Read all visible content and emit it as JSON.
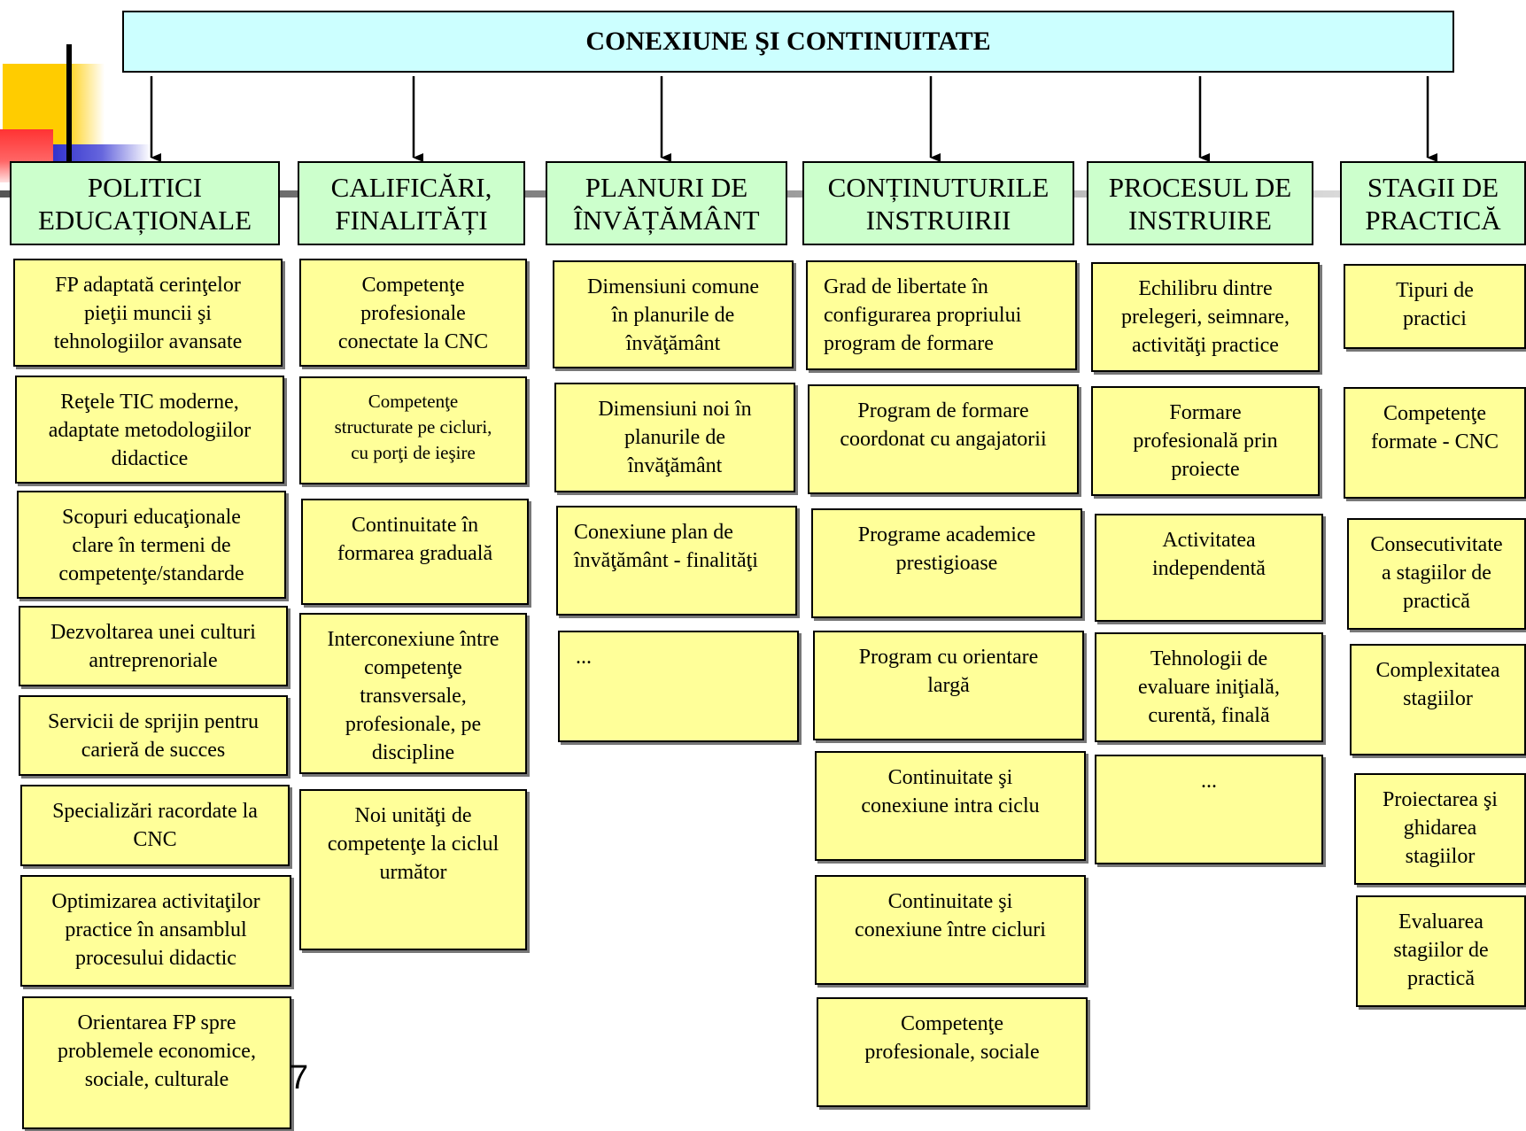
{
  "title": "CONEXIUNE ŞI CONTINUITATE",
  "slide_number": "7",
  "columns": [
    {
      "header": "POLITICI\nEDUCAȚIONALE",
      "items": [
        "FP adaptată cerinţelor\npieţii muncii şi\ntehnologiilor avansate",
        "Reţele TIC moderne,\nadaptate metodologiilor\ndidactice",
        "Scopuri educaţionale\nclare în termeni de\ncompetenţe/standarde",
        "Dezvoltarea unei culturi\nantreprenoriale",
        "Servicii de sprijin pentru\ncarieră de succes",
        "Specializări racordate la\nCNC",
        "Optimizarea activitaţilor\npractice în ansamblul\nprocesului didactic",
        "Orientarea FP spre\nproblemele economice,\nsociale, culturale"
      ]
    },
    {
      "header": "CALIFICĂRI,\nFINALITĂȚI",
      "items": [
        "Competenţe\nprofesionale\nconectate la CNC",
        "Competenţe\nstructurate pe cicluri,\ncu porţi de ieşire",
        "Continuitate în\nformarea graduală",
        "Interconexiune între\ncompetenţe\ntransversale,\nprofesionale, pe\ndiscipline",
        "Noi unităţi de\ncompetenţe la ciclul\nurmător"
      ]
    },
    {
      "header": "PLANURI DE\nÎNVĂȚĂMÂNT",
      "items": [
        "Dimensiuni comune\nîn planurile de\nînvăţământ",
        "Dimensiuni noi în\nplanurile de\nînvăţământ",
        "Conexiune plan de\nînvăţământ - finalităţi",
        "..."
      ]
    },
    {
      "header": "CONȚINUTURILE\nINSTRUIRII",
      "items": [
        "Grad de libertate în\nconfigurarea propriului\nprogram de formare",
        "Program de formare\ncoordonat cu angajatorii",
        "Programe academice\nprestigioase",
        "Program cu orientare\nlargă",
        "Continuitate şi\nconexiune intra ciclu",
        "Continuitate şi\nconexiune între cicluri",
        "Competenţe\nprofesionale, sociale"
      ]
    },
    {
      "header": "PROCESUL DE\nINSTRUIRE",
      "items": [
        "Echilibru dintre\nprelegeri, seimnare,\nactivităţi practice",
        "Formare\nprofesională prin\nproiecte",
        "Activitatea\nindependentă",
        "Tehnologii de\nevaluare iniţială,\ncurentă, finală",
        "..."
      ]
    },
    {
      "header": "STAGII DE\nPRACTICĂ",
      "items": [
        "Tipuri de\npractici",
        "Competenţe\nformate - CNC",
        "Consecutivitate\na stagiilor de\npractică",
        "Complexitatea\nstagiilor",
        "Proiectarea şi\nghidarea\nstagiilor",
        "Evaluarea\nstagiilor de\npractică"
      ]
    }
  ],
  "colors": {
    "title_fill": "#ccffff",
    "header_fill": "#ccffcc",
    "item_fill": "#ffff99",
    "accent_yellow": "#ffcc00",
    "accent_red": "#ff3333",
    "accent_blue": "#3333cc"
  }
}
